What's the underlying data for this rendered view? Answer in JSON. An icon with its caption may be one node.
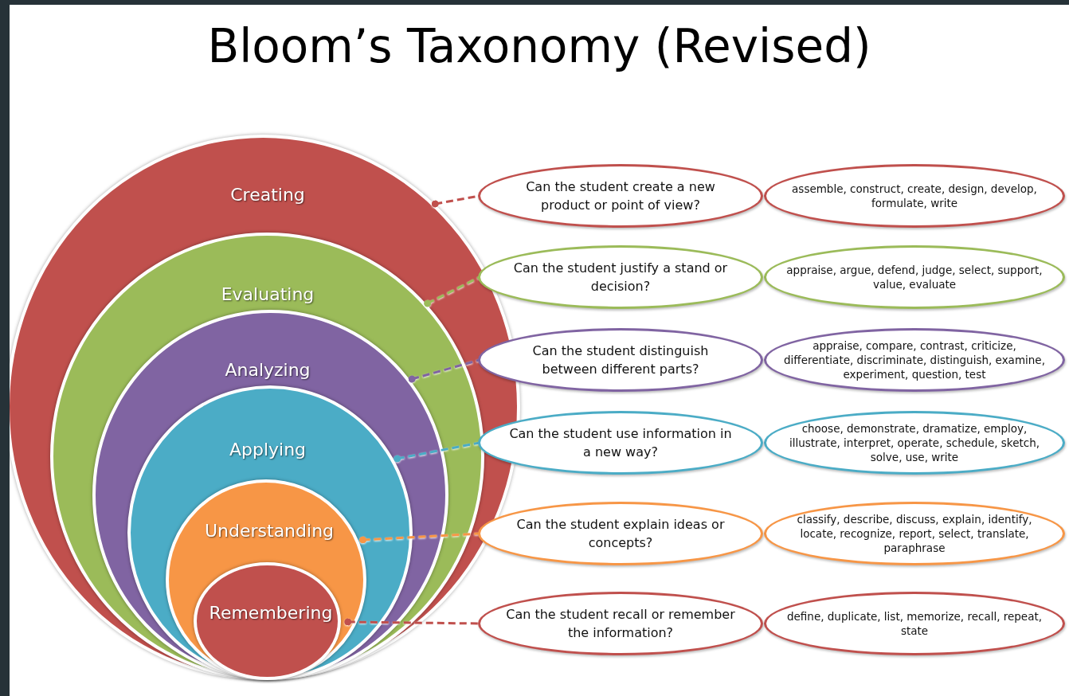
{
  "diagram": {
    "title": "Bloom’s Taxonomy (Revised)",
    "nodes": [
      {
        "text": [
          "Creating"
        ]
      },
      {
        "text": [
          "Evaluating"
        ],
        "in": 0
      },
      {
        "text": [
          "Analyzing"
        ],
        "in": 1
      },
      {
        "text": [
          "Applying"
        ],
        "in": 2
      },
      {
        "text": [
          "Understanding"
        ],
        "in": 3
      },
      {
        "text": [
          "Remembering"
        ],
        "in": 4
      },
      {
        "text": [
          "Can the student create a new product or point of view?"
        ]
      },
      {
        "text": [
          "Can the student justify a stand or decision?"
        ]
      },
      {
        "text": [
          "Can the student distinguish between different parts?"
        ]
      },
      {
        "text": [
          "Can the student use information in a new way?"
        ]
      },
      {
        "text": [
          "Can the student explain ideas or concepts?"
        ]
      },
      {
        "text": [
          "Can the student recall or remember the information?"
        ]
      },
      {
        "text": [
          "assemble, construct, create, design, develop, formulate, write"
        ]
      },
      {
        "text": [
          "appraise, argue, defend, judge, select, support, value, evaluate"
        ]
      },
      {
        "text": [
          "appraise, compare, contrast, criticize, differentiate, discriminate, distinguish, examine, experiment, question, test"
        ]
      },
      {
        "text": [
          "choose, demonstrate, dramatize, employ, illustrate, interpret, operate, schedule, sketch, solve, use, write"
        ]
      },
      {
        "text": [
          "classify, describe, discuss, explain, identify, locate, recognize, report, select, translate, paraphrase"
        ]
      },
      {
        "text": [
          "define, duplicate, list, memorize, recall, repeat, state"
        ]
      }
    ],
    "edges": [
      {
        "from": 0,
        "to": 6,
        "arrow": "other",
        "style": "dashed",
        "color": "#c0504d"
      },
      {
        "from": 1,
        "to": 7,
        "arrow": "other",
        "style": "dashed",
        "color": "#9bbb59"
      },
      {
        "from": 2,
        "to": 8,
        "arrow": "other",
        "style": "dashed",
        "color": "#8064a2"
      },
      {
        "from": 3,
        "to": 9,
        "arrow": "other",
        "style": "dashed",
        "color": "#4bacc6"
      },
      {
        "from": 4,
        "to": 10,
        "arrow": "other",
        "style": "dashed",
        "color": "#f79646"
      },
      {
        "from": 5,
        "to": 11,
        "arrow": "other",
        "style": "dashed",
        "color": "#c0504d"
      }
    ]
  }
}
